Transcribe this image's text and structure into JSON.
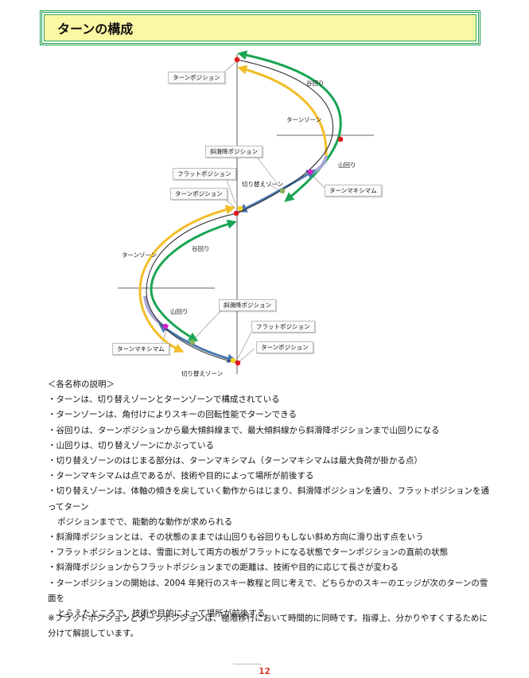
{
  "title": "ターンの構成",
  "diagram": {
    "labels": {
      "turn_position_top": "ターンポジション",
      "tani_mawari_top": "谷回り",
      "turn_zone_top": "ターンゾーン",
      "slope_position_top": "斜滑降ポジション",
      "yama_mawari_top": "山回り",
      "flat_position_top": "フラットポジション",
      "kirikae_zone_top": "切り替えゾーン",
      "turn_maximum_top": "ターンマキシマム",
      "turn_position_mid": "ターンポジション",
      "turn_zone_bottom": "ターンゾーン",
      "tani_mawari_bottom": "谷回り",
      "yama_mawari_bottom": "山回り",
      "slope_position_bottom": "斜滑降ポジション",
      "flat_position_bottom": "フラットポジション",
      "turn_maximum_bottom": "ターンマキシマム",
      "turn_position_bottom": "ターンポジション",
      "kirikae_zone_bottom": "切り替えゾーン"
    },
    "colors": {
      "green": "#19a552",
      "yellow": "#f2bd26",
      "blue": "#4a78b0",
      "lavender": "#a9a7d6",
      "red_dot": "#e21b1b",
      "magenta_dot": "#d024c9",
      "olive_dot": "#8db35a",
      "yellow_dot": "#f7d11c"
    }
  },
  "description": {
    "heading": "＜各名称の説明＞",
    "items": [
      "・ターンは、切り替えゾーンとターンゾーンで構成されている",
      "・ターンゾーンは、角付けによりスキーの回転性能でターンできる",
      "・谷回りは、ターンポジションから最大傾斜線まで、最大傾斜線から斜滑降ポジションまで山回りになる",
      "・山回りは、切り替えゾーンにかぶっている",
      "・切り替えゾーンのはじまる部分は、ターンマキシマム（ターンマキシマムは最大負荷が掛かる点）",
      "・ターンマキシマムは点であるが、技術や目的によって場所が前後する",
      "・切り替えゾーンは、体軸の傾きを戻していく動作からはじまり、斜滑降ポジションを通り、フラットポジションを通ってターン",
      "ポジションまでで、能動的な動作が求められる",
      "・斜滑降ポジションとは、その状態のままでは山回りも谷回りもしない斜め方向に滑り出す点をいう",
      "・フラットポジションとは、雪面に対して両方の板がフラットになる状態でターンポジションの直前の状態",
      "・斜滑降ポジションからフラットポジションまでの距離は、技術や目的に応じて長さが変わる",
      "・ターンポジションの開始は、2004 年発行のスキー教程と同じ考えで、どちらかのスキーのエッジが次のターンの雪面を",
      "とらえたところで、技術や目的によって場所が前後する"
    ]
  },
  "note": "※フラットポジションとターンポジションは、極限移行において時間的に同時です。指導上、分かりやすくするために分けて解説しています。",
  "page_number": "12"
}
